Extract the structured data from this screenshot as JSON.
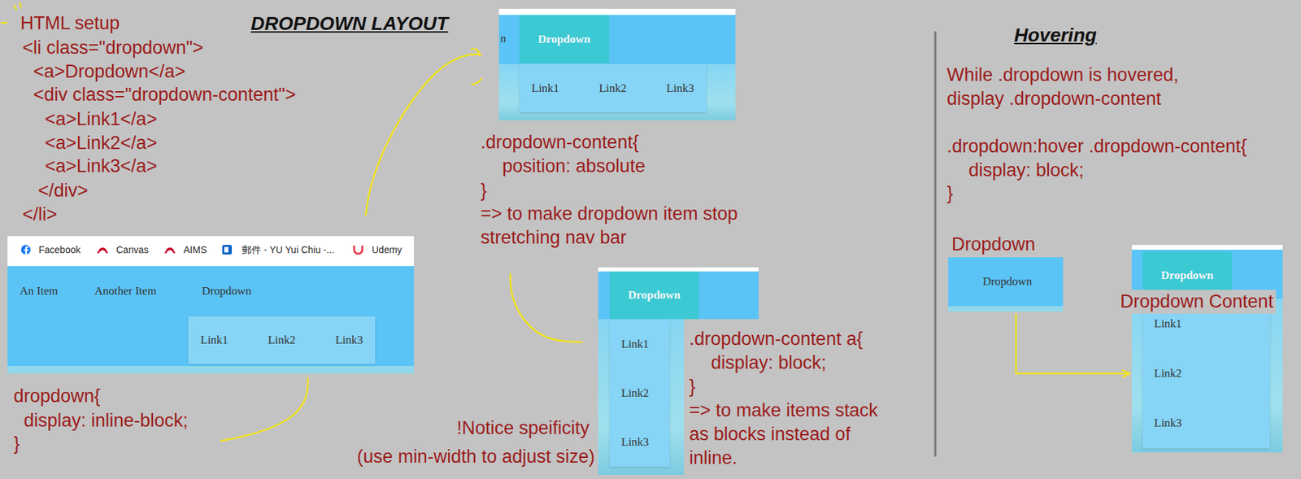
{
  "diagram": {
    "title": "DROPDOWN LAYOUT",
    "nodes": [
      {
        "text": [
          "Facebook",
          "Canvas",
          "AIMS",
          "郵件 - YU Yui Chiu -...",
          "Udemy",
          "An Item",
          "Another Item",
          "Dropdown"
        ]
      },
      {
        "text": [
          "Link1",
          "Link2",
          "Link3"
        ],
        "in": 0
      },
      {
        "text": [
          "n"
        ]
      },
      {
        "text": [
          "Dropdown"
        ],
        "in": 2
      },
      {
        "text": [
          "Link1",
          "Link2",
          "Link3"
        ],
        "in": 2
      },
      {
        "text": [
          "Dropdown"
        ]
      },
      {
        "text": [
          "Link1",
          "Link2",
          "Link3"
        ]
      },
      {
        "text": [
          "Dropdown",
          "Dropdown"
        ]
      },
      {
        "text": [
          "Dropdown Content"
        ]
      },
      {
        "text": [
          "Dropdown"
        ],
        "in": 8
      },
      {
        "text": [
          "Link1",
          "Link2",
          "Link3"
        ],
        "in": 8
      }
    ],
    "edges": [
      {
        "from": 7,
        "to": 8,
        "arrow": "to"
      }
    ],
    "labels": [
      "HTML setup",
      "<li class=\"dropdown\">",
      "<a>Dropdown</a>",
      "<div class=\"dropdown-content\">",
      "<a>Link1</a>",
      "<a>Link2</a>",
      "<a>Link3</a>",
      "</div>",
      "</li>",
      "dropdown{",
      "display: inline-block;",
      "}",
      ".dropdown-content{",
      "position: absolute",
      "}",
      "=> to make dropdown item stop stretching nav bar",
      ".dropdown-content a{",
      "display: block;",
      "}",
      "=> to make items stack as blocks instead of inline.",
      "!Notice speificity",
      "(use min-width to adjust size)",
      "Hovering",
      "While .dropdown is hovered, display .dropdown-content",
      ".dropdown:hover .dropdown-content{",
      "display: block;",
      "}"
    ]
  }
}
